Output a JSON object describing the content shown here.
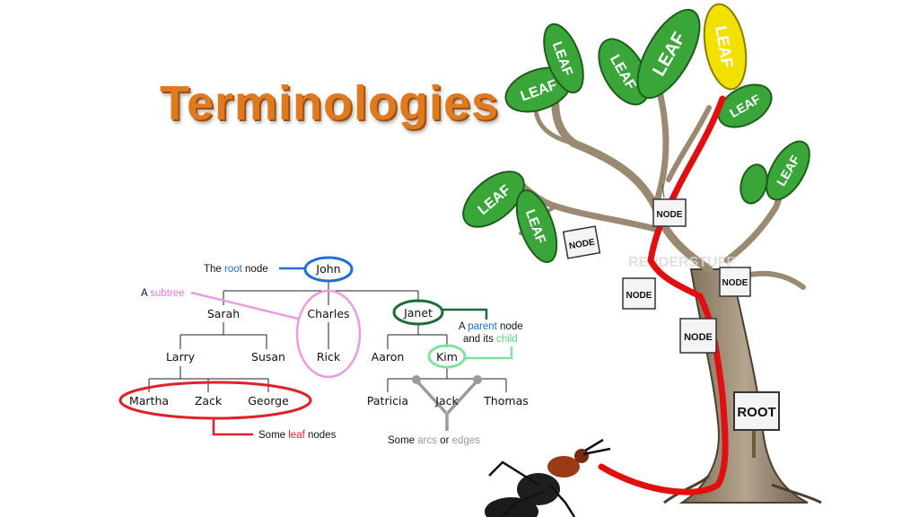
{
  "title": "Terminologies",
  "tree": {
    "nodes": {
      "john": "John",
      "sarah": "Sarah",
      "charles": "Charles",
      "janet": "Janet",
      "larry": "Larry",
      "susan": "Susan",
      "rick": "Rick",
      "aaron": "Aaron",
      "kim": "Kim",
      "martha": "Martha",
      "zack": "Zack",
      "george": "George",
      "patricia": "Patricia",
      "jack": "Jack",
      "thomas": "Thomas"
    },
    "annotations": {
      "root_pre": "The ",
      "root_key": "root",
      "root_post": " node",
      "subtree_pre": "A ",
      "subtree_key": "subtree",
      "parent_pre": "A ",
      "parent_key": "parent",
      "parent_post": " node",
      "child_pre": "and its ",
      "child_key": "child",
      "leaf_pre": "Some ",
      "leaf_key": "leaf",
      "leaf_post": " nodes",
      "arcs_pre": "Some ",
      "arcs_key": "arcs",
      "arcs_mid": " or ",
      "arcs_key2": "edges"
    }
  },
  "illustration": {
    "leaf_label": "LEAF",
    "node_label": "NODE",
    "root_label": "ROOT",
    "watermark": "RENDERSTUFF"
  },
  "colors": {
    "title": "#e07a1f",
    "root": "#1f6fd6",
    "subtree": "#e99be4",
    "parent": "#1d6b3a",
    "child": "#7fe39a",
    "leaf": "#e0202a",
    "arcs": "#9a9a9a",
    "leaf_green": "#3aa63a",
    "leaf_yellow": "#f2e000",
    "branch": "#9b8a72",
    "path_red": "#e01010"
  }
}
